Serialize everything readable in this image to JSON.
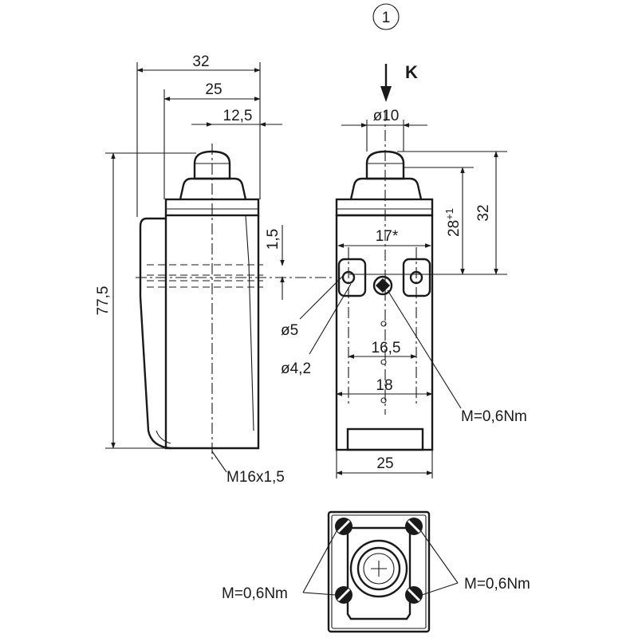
{
  "view_number": "1",
  "force_label": "K",
  "side_view": {
    "width_32": "32",
    "width_25": "25",
    "width_12_5": "12,5",
    "height_77_5": "77,5",
    "offset_1_5": "1,5",
    "thread": "M16x1,5"
  },
  "front_view": {
    "plunger_dia": "ø10",
    "height_28": "28",
    "height_28_tol": "+1",
    "height_32": "32",
    "hole_spacing_17": "17*",
    "dia_5": "ø5",
    "dia_4_2": "ø4,2",
    "spacing_16_5": "16,5",
    "spacing_18": "18",
    "torque_front": "M=0,6Nm",
    "width_25": "25"
  },
  "top_view": {
    "torque_left": "M=0,6Nm",
    "torque_right": "M=0,6Nm"
  }
}
